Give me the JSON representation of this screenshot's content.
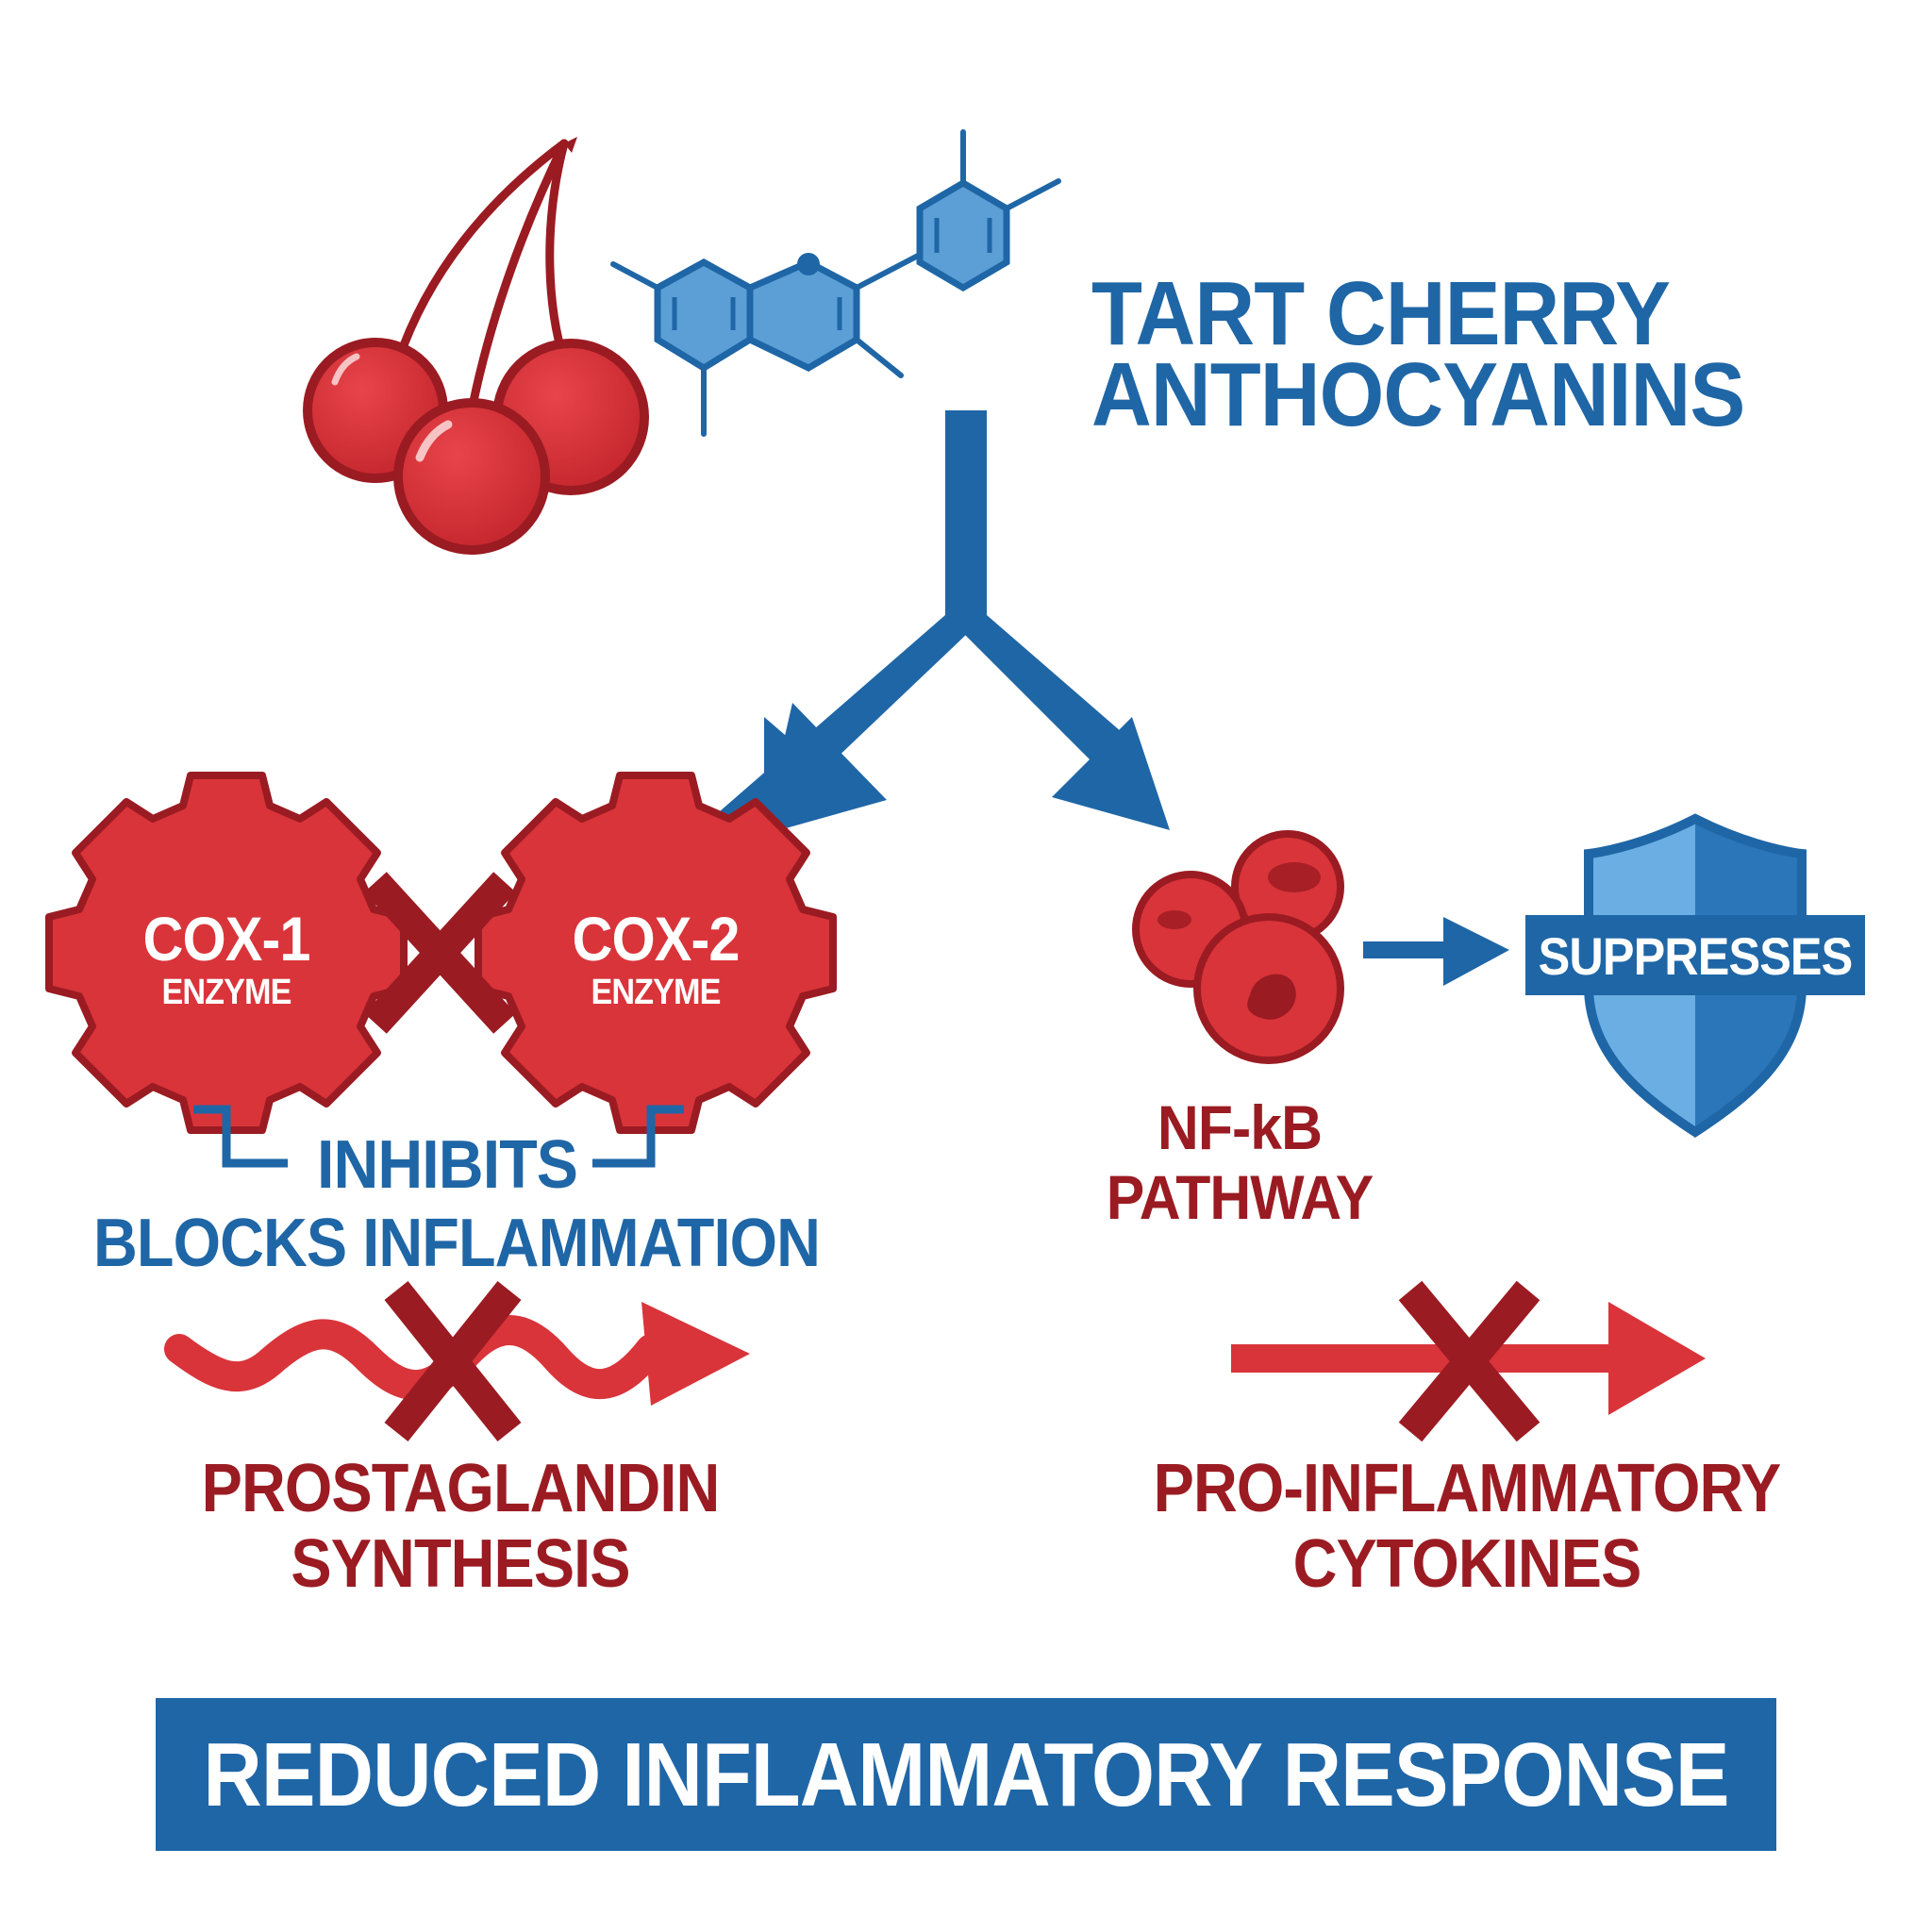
{
  "title": {
    "line1": "TART CHERRY",
    "line2": "ANTHOCYANINS"
  },
  "left_branch": {
    "cox1": {
      "name": "COX-1",
      "sub": "ENZYME"
    },
    "cox2": {
      "name": "COX-2",
      "sub": "ENZYME"
    },
    "inhibits": "INHIBITS",
    "blocks": "BLOCKS INFLAMMATION",
    "outcome_line1": "PROSTAGLANDIN",
    "outcome_line2": "SYNTHESIS"
  },
  "right_branch": {
    "pathway_line1": "NF-kB",
    "pathway_line2": "PATHWAY",
    "suppresses": "SUPPRESSES",
    "outcome_line1": "PRO-INFLAMMATORY",
    "outcome_line2": "CYTOKINES"
  },
  "result": "REDUCED INFLAMMATORY RESPONSE",
  "colors": {
    "blue": "#1f66a6",
    "light_blue": "#5b9fd6",
    "red": "#d9343a",
    "dark_red": "#9b1b22"
  }
}
